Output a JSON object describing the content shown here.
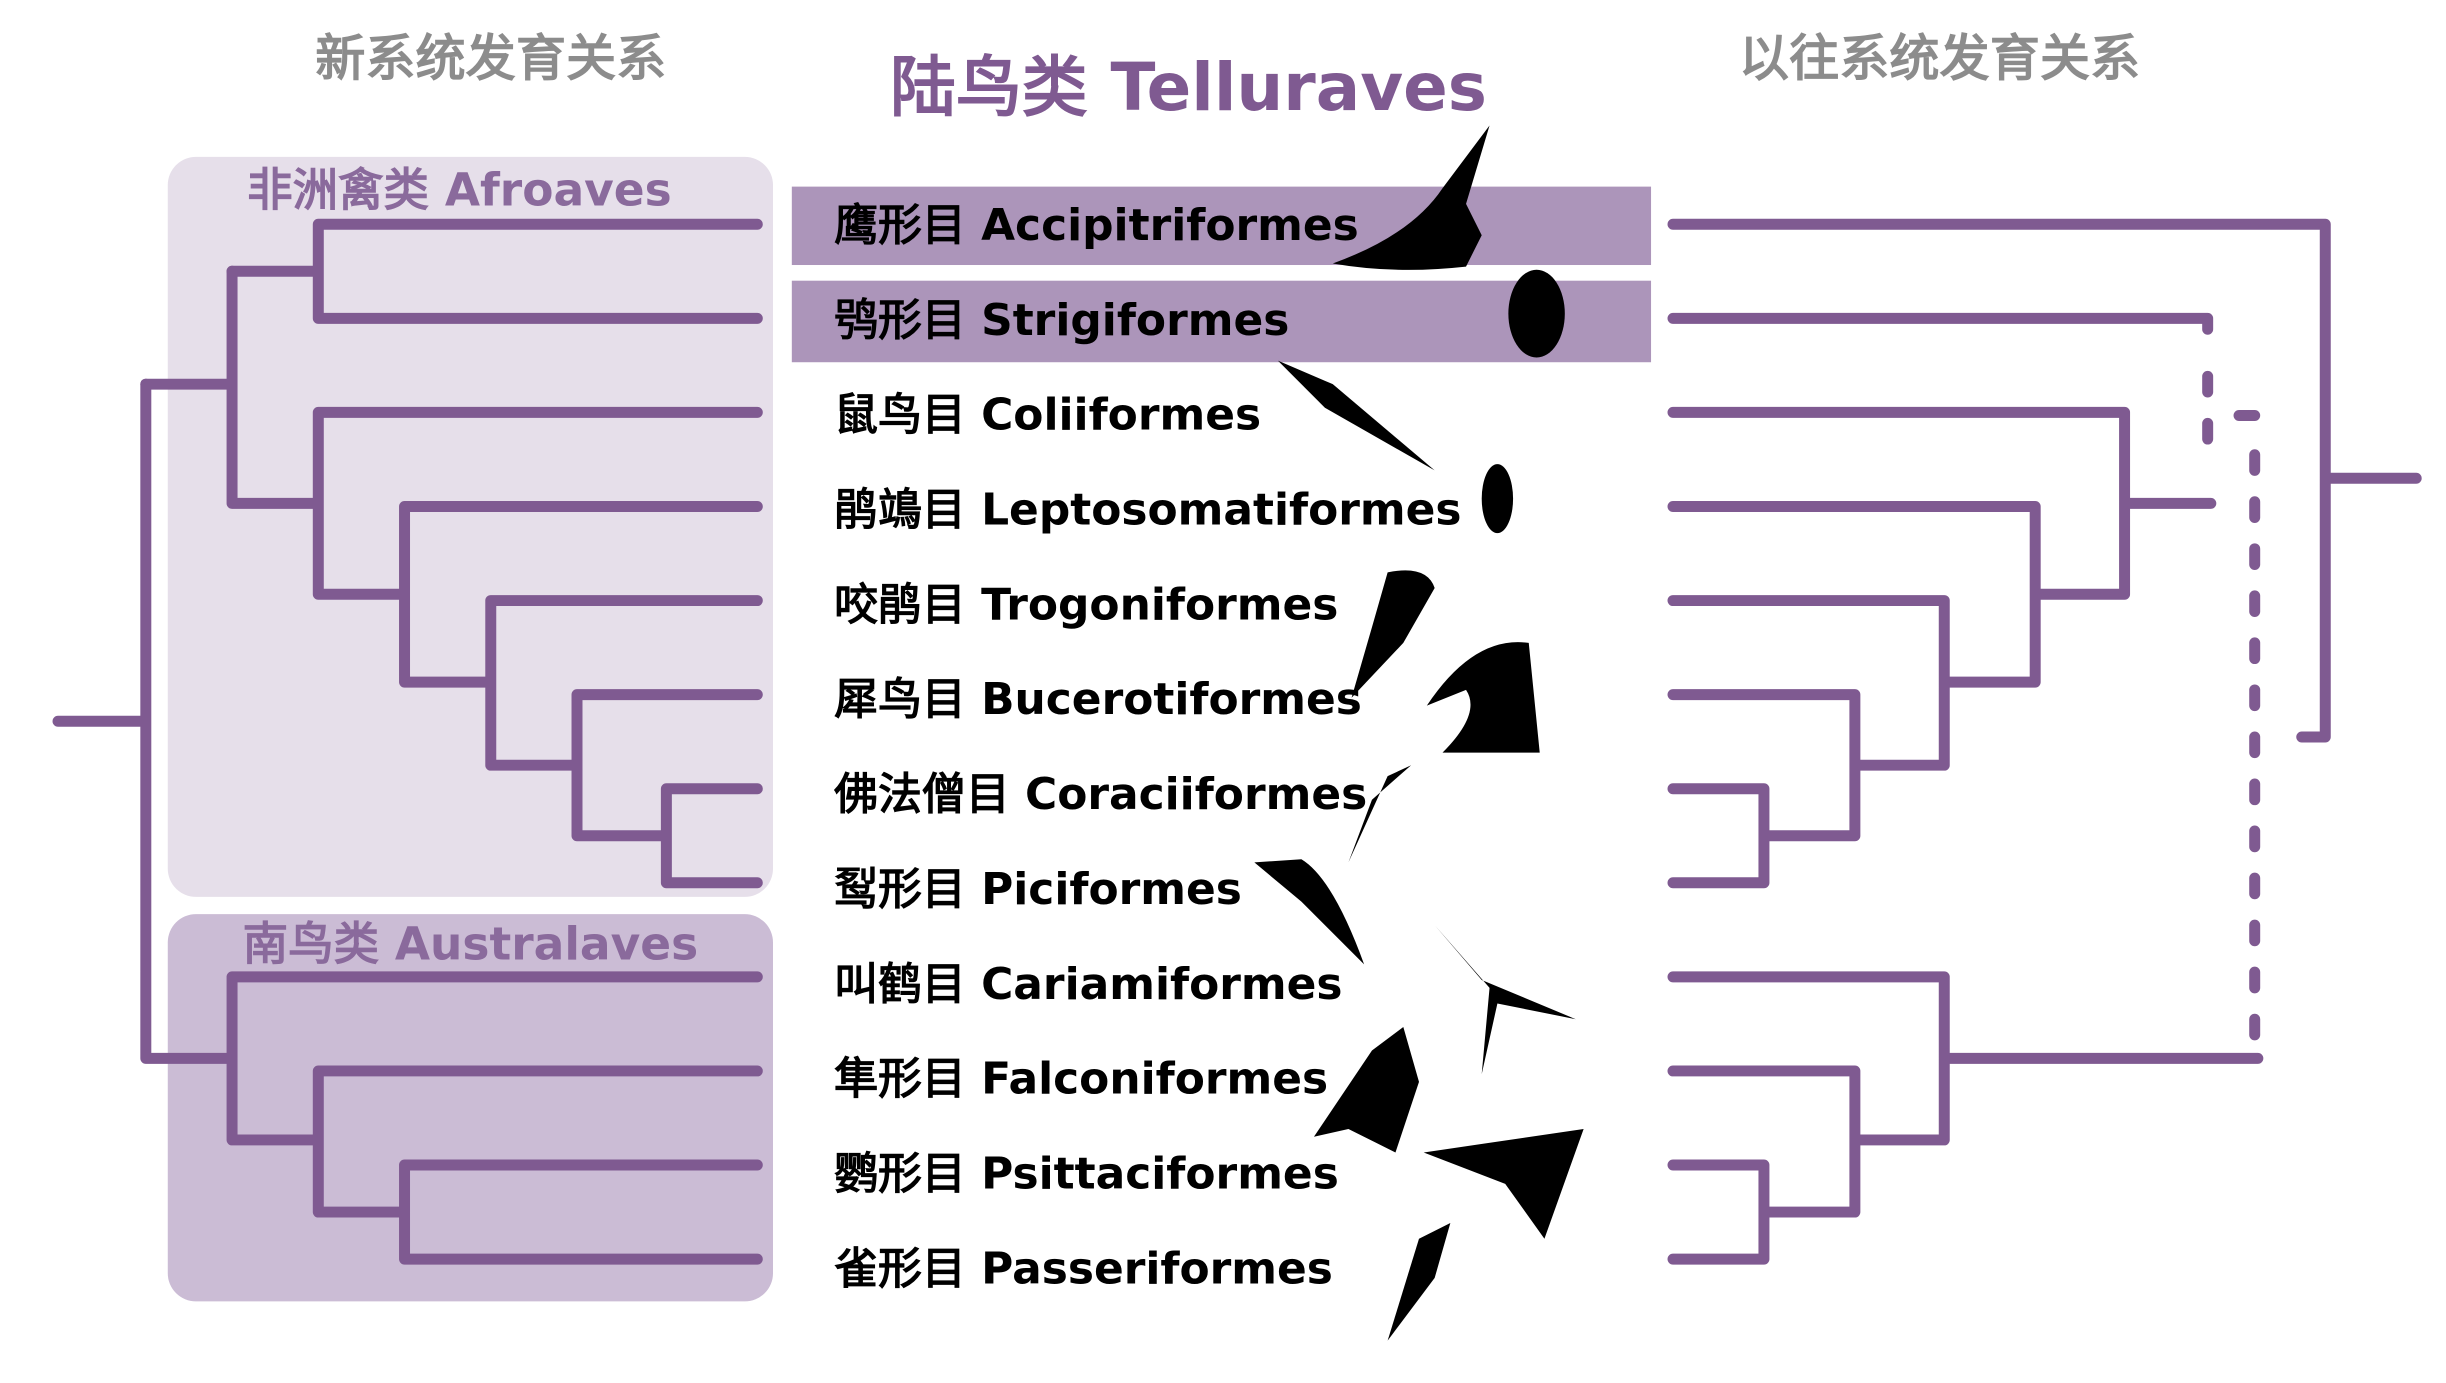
{
  "headers": {
    "new_phylogeny": "新系统发育关系",
    "title": "陆鸟类 Telluraves",
    "old_phylogeny": "以往系统发育关系"
  },
  "groups": {
    "afroaves": "非洲禽类 Afroaves",
    "australaves": "南鸟类 Australaves"
  },
  "orders": [
    {
      "label": "鹰形目 Accipitriformes",
      "highlighted": true
    },
    {
      "label": "鸮形目 Strigiformes",
      "highlighted": true
    },
    {
      "label": "鼠鸟目 Coliiformes"
    },
    {
      "label": "鹃鴗目 Leptosomatiformes"
    },
    {
      "label": "咬鹃目 Trogoniformes"
    },
    {
      "label": "犀鸟目 Bucerotiformes"
    },
    {
      "label": "佛法僧目 Coraciiformes"
    },
    {
      "label": "䴕形目 Piciformes"
    },
    {
      "label": "叫鹤目 Cariamiformes"
    },
    {
      "label": "隼形目 Falconiformes"
    },
    {
      "label": "鹦形目 Psittaciformes"
    },
    {
      "label": "雀形目 Passeriformes"
    }
  ],
  "colors": {
    "accent": "#7f5a91",
    "afroaves_bg": "#e6dfea",
    "australaves_bg": "#cbbcd5",
    "highlight": "#9d82ae"
  }
}
